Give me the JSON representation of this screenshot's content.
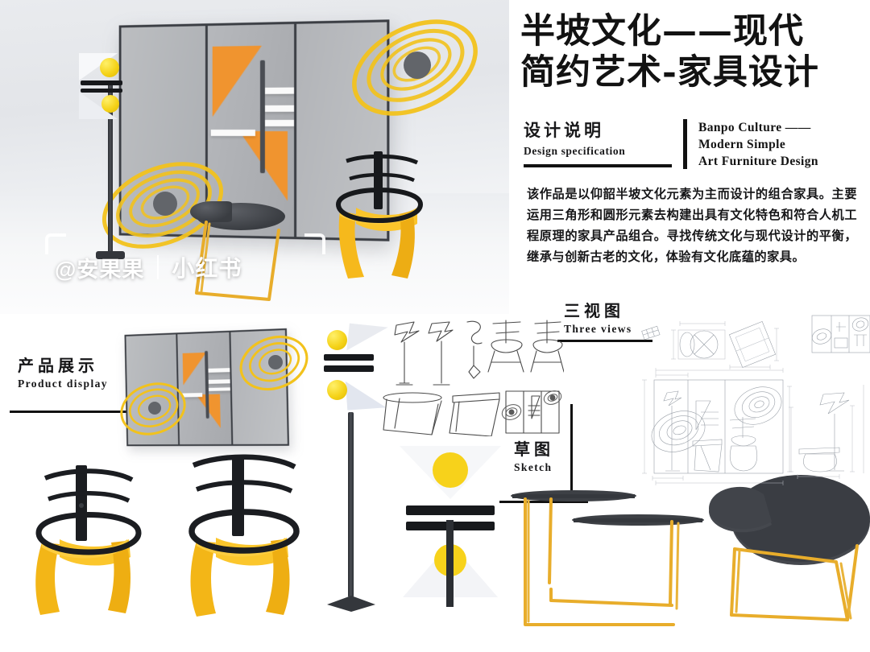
{
  "poster": {
    "title_zh_line1": "半坡文化——现代",
    "title_zh_line2": "简约艺术-家具设计",
    "title_en_line1": "Banpo Culture ——",
    "title_en_line2": "Modern Simple",
    "title_en_line3": "Art Furniture Design"
  },
  "design_spec": {
    "label_zh": "设计说明",
    "label_en": "Design specification",
    "body": "该作品是以仰韶半坡文化元素为主而设计的组合家具。主要运用三角形和圆形元素去构建出具有文化特色和符合人机工程原理的家具产品组合。寻找传统文化与现代设计的平衡，继承与创新古老的文化，体验有文化底蕴的家具。"
  },
  "sections": {
    "product_display": {
      "zh": "产品展示",
      "en": "Product display"
    },
    "three_views": {
      "zh": "三视图",
      "en": "Three views"
    },
    "sketch": {
      "zh": "草图",
      "en": "Sketch"
    }
  },
  "watermark": {
    "user": "@安果果",
    "separator": "|",
    "brand": "小红书"
  },
  "colors": {
    "accent_yellow": "#f5c518",
    "accent_orange": "#f0942f",
    "panel_gray": "#b2b4b8",
    "frame_dark": "#3b3e44",
    "gold": "#e8ad2b",
    "text_dark": "#141414",
    "background": "#ffffff"
  },
  "icons": {
    "spiral": "spiral-rings-icon",
    "corner_bracket": "corner-bracket-icon"
  }
}
